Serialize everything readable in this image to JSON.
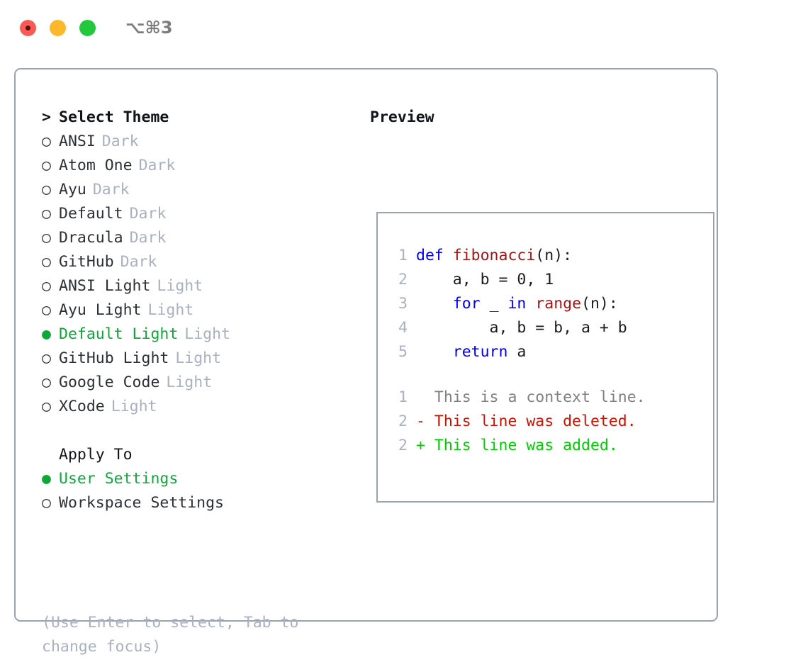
{
  "window": {
    "title": "⌥⌘3",
    "traffic_lights": [
      {
        "name": "close",
        "color": "#fa5a55"
      },
      {
        "name": "minimize",
        "color": "#fcb72b"
      },
      {
        "name": "maximize",
        "color": "#22c93d"
      }
    ],
    "border_color": "#98a2b3"
  },
  "theme_picker": {
    "header_caret": ">",
    "header_label": "Select Theme",
    "bullet_selected": "●",
    "bullet_unselected": "○",
    "accent_color": "#0ca937",
    "muted_color": "#a9b1c0",
    "items": [
      {
        "bullet": "○",
        "name": "ANSI",
        "kind": "Dark",
        "selected": false
      },
      {
        "bullet": "○",
        "name": "Atom One",
        "kind": "Dark",
        "selected": false
      },
      {
        "bullet": "○",
        "name": "Ayu",
        "kind": "Dark",
        "selected": false
      },
      {
        "bullet": "○",
        "name": "Default",
        "kind": "Dark",
        "selected": false
      },
      {
        "bullet": "○",
        "name": "Dracula",
        "kind": "Dark",
        "selected": false
      },
      {
        "bullet": "○",
        "name": "GitHub",
        "kind": "Dark",
        "selected": false
      },
      {
        "bullet": "○",
        "name": "ANSI Light",
        "kind": "Light",
        "selected": false
      },
      {
        "bullet": "○",
        "name": "Ayu Light",
        "kind": "Light",
        "selected": false
      },
      {
        "bullet": "●",
        "name": "Default Light",
        "kind": "Light",
        "selected": true
      },
      {
        "bullet": "○",
        "name": "GitHub Light",
        "kind": "Light",
        "selected": false
      },
      {
        "bullet": "○",
        "name": "Google Code",
        "kind": "Light",
        "selected": false
      },
      {
        "bullet": "○",
        "name": "XCode",
        "kind": "Light",
        "selected": false
      }
    ]
  },
  "apply_to": {
    "header_label": "Apply To",
    "options": [
      {
        "bullet": "●",
        "label": "User Settings",
        "selected": true
      },
      {
        "bullet": "○",
        "label": "Workspace Settings",
        "selected": false
      }
    ]
  },
  "hint": {
    "line1": "(Use Enter to select, Tab to",
    "line2": "change focus)"
  },
  "preview": {
    "title": "Preview",
    "code_lines": [
      {
        "num": "1",
        "tokens": [
          {
            "t": "def ",
            "c": "kw"
          },
          {
            "t": "fibonacci",
            "c": "fn"
          },
          {
            "t": "(n):",
            "c": "plain"
          }
        ]
      },
      {
        "num": "2",
        "tokens": [
          {
            "t": "    a, b = 0, 1",
            "c": "plain"
          }
        ]
      },
      {
        "num": "3",
        "tokens": [
          {
            "t": "    ",
            "c": "plain"
          },
          {
            "t": "for",
            "c": "kw"
          },
          {
            "t": " _ ",
            "c": "plain"
          },
          {
            "t": "in",
            "c": "kw"
          },
          {
            "t": " ",
            "c": "plain"
          },
          {
            "t": "range",
            "c": "fn"
          },
          {
            "t": "(n):",
            "c": "plain"
          }
        ]
      },
      {
        "num": "4",
        "tokens": [
          {
            "t": "        a, b = b, a + b",
            "c": "plain"
          }
        ]
      },
      {
        "num": "5",
        "tokens": [
          {
            "t": "    ",
            "c": "plain"
          },
          {
            "t": "return",
            "c": "kw"
          },
          {
            "t": " a",
            "c": "plain"
          }
        ]
      }
    ],
    "diff_lines": [
      {
        "num": "1",
        "marker": " ",
        "text": " This is a context line.",
        "kind": "ctx"
      },
      {
        "num": "2",
        "marker": "-",
        "text": " This line was deleted.",
        "kind": "del"
      },
      {
        "num": "2",
        "marker": "+",
        "text": " This line was added.",
        "kind": "add"
      }
    ]
  }
}
